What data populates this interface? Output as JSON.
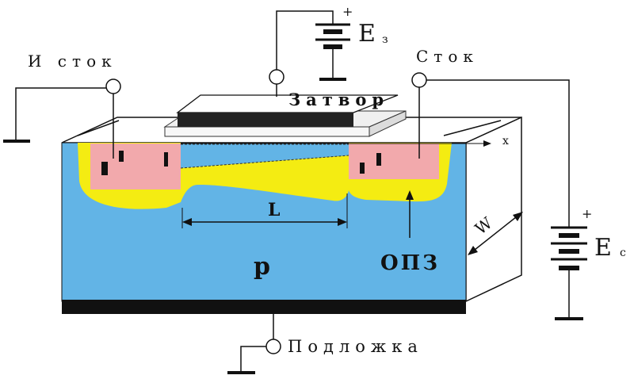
{
  "labels": {
    "source": "И сток",
    "drain": "Сток",
    "gate": "Затвор",
    "gate_voltage": "E",
    "gate_voltage_sub": "з",
    "drain_voltage": "E",
    "drain_voltage_sub": "с",
    "substrate": "Подложка",
    "x_axis": "x",
    "channel_length": "L",
    "width": "W",
    "region_type": "p",
    "depletion": "ОПЗ",
    "plus": "+"
  },
  "colors": {
    "substrate": "#62b4e6",
    "n_plus": "#f2a9ac",
    "depletion": "#f4ec12",
    "oxide": "#f0f0f0",
    "gate_metal": "#222222",
    "back_contact": "#111111"
  }
}
